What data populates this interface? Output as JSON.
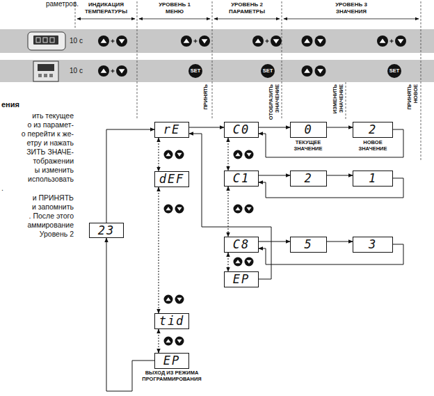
{
  "diagram": {
    "nodes": [
      {
        "text": [
          "23"
        ]
      },
      {
        "text": [
          "rE"
        ]
      },
      {
        "text": [
          "dEF"
        ]
      },
      {
        "text": [
          "tid"
        ]
      },
      {
        "text": [
          "EP"
        ]
      },
      {
        "text": [
          "C0"
        ]
      },
      {
        "text": [
          "C1"
        ]
      },
      {
        "text": [
          "C8"
        ]
      },
      {
        "text": [
          "EP"
        ]
      },
      {
        "text": [
          "0"
        ]
      },
      {
        "text": [
          "2"
        ]
      },
      {
        "text": [
          "2"
        ]
      },
      {
        "text": [
          "1"
        ]
      },
      {
        "text": [
          "5"
        ]
      },
      {
        "text": [
          "3"
        ]
      }
    ],
    "edges": [
      {
        "from": 0,
        "to": 1,
        "arrow": "to"
      },
      {
        "from": 1,
        "to": 2,
        "arrow": "both"
      },
      {
        "from": 2,
        "to": 3,
        "arrow": "both"
      },
      {
        "from": 3,
        "to": 4,
        "arrow": "both"
      },
      {
        "from": 4,
        "to": 0,
        "arrow": "to"
      },
      {
        "from": 1,
        "to": 5,
        "arrow": "to"
      },
      {
        "from": 5,
        "to": 6,
        "arrow": "both"
      },
      {
        "from": 6,
        "to": 7,
        "arrow": "both"
      },
      {
        "from": 7,
        "to": 8,
        "arrow": "both"
      },
      {
        "from": 8,
        "to": 1,
        "arrow": "to"
      },
      {
        "from": 5,
        "to": 9,
        "arrow": "to"
      },
      {
        "from": 9,
        "to": 10,
        "arrow": "to"
      },
      {
        "from": 10,
        "to": 5,
        "arrow": "to"
      },
      {
        "from": 6,
        "to": 11,
        "arrow": "to"
      },
      {
        "from": 11,
        "to": 12,
        "arrow": "to"
      },
      {
        "from": 12,
        "to": 6,
        "arrow": "to"
      },
      {
        "from": 7,
        "to": 13,
        "arrow": "to"
      },
      {
        "from": 13,
        "to": 14,
        "arrow": "to"
      },
      {
        "from": 14,
        "to": 7,
        "arrow": "to"
      }
    ],
    "labels": [
      "ИНДИКАЦИЯ ТЕМПЕРАТУРЫ",
      "УРОВЕНЬ 1 МЕНЮ",
      "УРОВЕНЬ 2 ПАРАМЕТРЫ",
      "УРОВЕНЬ 3 ЗНАЧЕНИЯ",
      "10 с",
      "10 с",
      "SET",
      "SET",
      "SET",
      "ПРИНЯТЬ",
      "ОТОБРАЗИТЬ ЗНАЧЕНИЕ",
      "ИЗМЕНИТЬ ЗНАЧЕНИЕ",
      "ПРИНЯТЬ НОВОЕ",
      "ТЕКУЩЕЕ ЗНАЧЕНИЕ",
      "НОВОЕ ЗНАЧЕНИЕ",
      "ВЫХОД ИЗ РЕЖИМА ПРОГРАММИРОВАНИЯ",
      "раметров.",
      "ения",
      "ить текущее",
      "о из парамет-",
      "о перейти к же-",
      "етру и нажать",
      "ЗИТЬ ЗНАЧЕ-",
      "тображении",
      "ы изменить",
      "использовать",
      ".",
      "и ПРИНЯТЬ",
      "и запомнить",
      ". После этого",
      "аммирование",
      "Уровень 2"
    ]
  }
}
